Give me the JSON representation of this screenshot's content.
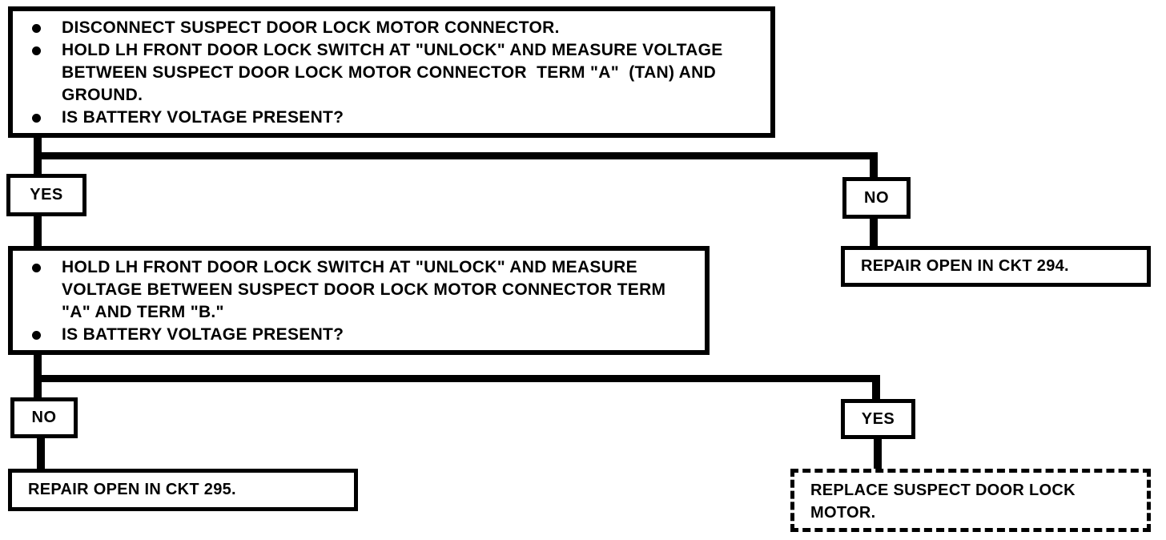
{
  "colors": {
    "ink": "#000000",
    "paper": "#ffffff"
  },
  "flowchart": {
    "step1": {
      "lines": [
        {
          "bullet": true,
          "text": "DISCONNECT SUSPECT DOOR LOCK MOTOR CONNECTOR."
        },
        {
          "bullet": true,
          "text": "HOLD LH FRONT DOOR LOCK SWITCH AT \"UNLOCK\" AND MEASURE VOLTAGE"
        },
        {
          "bullet": false,
          "text": "BETWEEN SUSPECT DOOR LOCK MOTOR CONNECTOR  TERM \"A\"  (TAN) AND"
        },
        {
          "bullet": false,
          "text": "GROUND."
        },
        {
          "bullet": true,
          "text": "IS BATTERY VOLTAGE PRESENT?"
        }
      ]
    },
    "decision_yes_1": "YES",
    "decision_no_1": "NO",
    "repair_294": "REPAIR OPEN IN CKT 294.",
    "step2": {
      "lines": [
        {
          "bullet": true,
          "text": "HOLD LH FRONT DOOR LOCK SWITCH AT \"UNLOCK\" AND MEASURE"
        },
        {
          "bullet": false,
          "text": "VOLTAGE BETWEEN SUSPECT DOOR LOCK MOTOR CONNECTOR TERM"
        },
        {
          "bullet": false,
          "text": "\"A\" AND TERM \"B.\""
        },
        {
          "bullet": true,
          "text": "IS BATTERY VOLTAGE PRESENT?"
        }
      ]
    },
    "decision_no_2": "NO",
    "decision_yes_2": "YES",
    "repair_295": "REPAIR OPEN IN CKT 295.",
    "replace_motor": {
      "line1": "REPLACE SUSPECT DOOR LOCK",
      "line2": "MOTOR."
    }
  }
}
